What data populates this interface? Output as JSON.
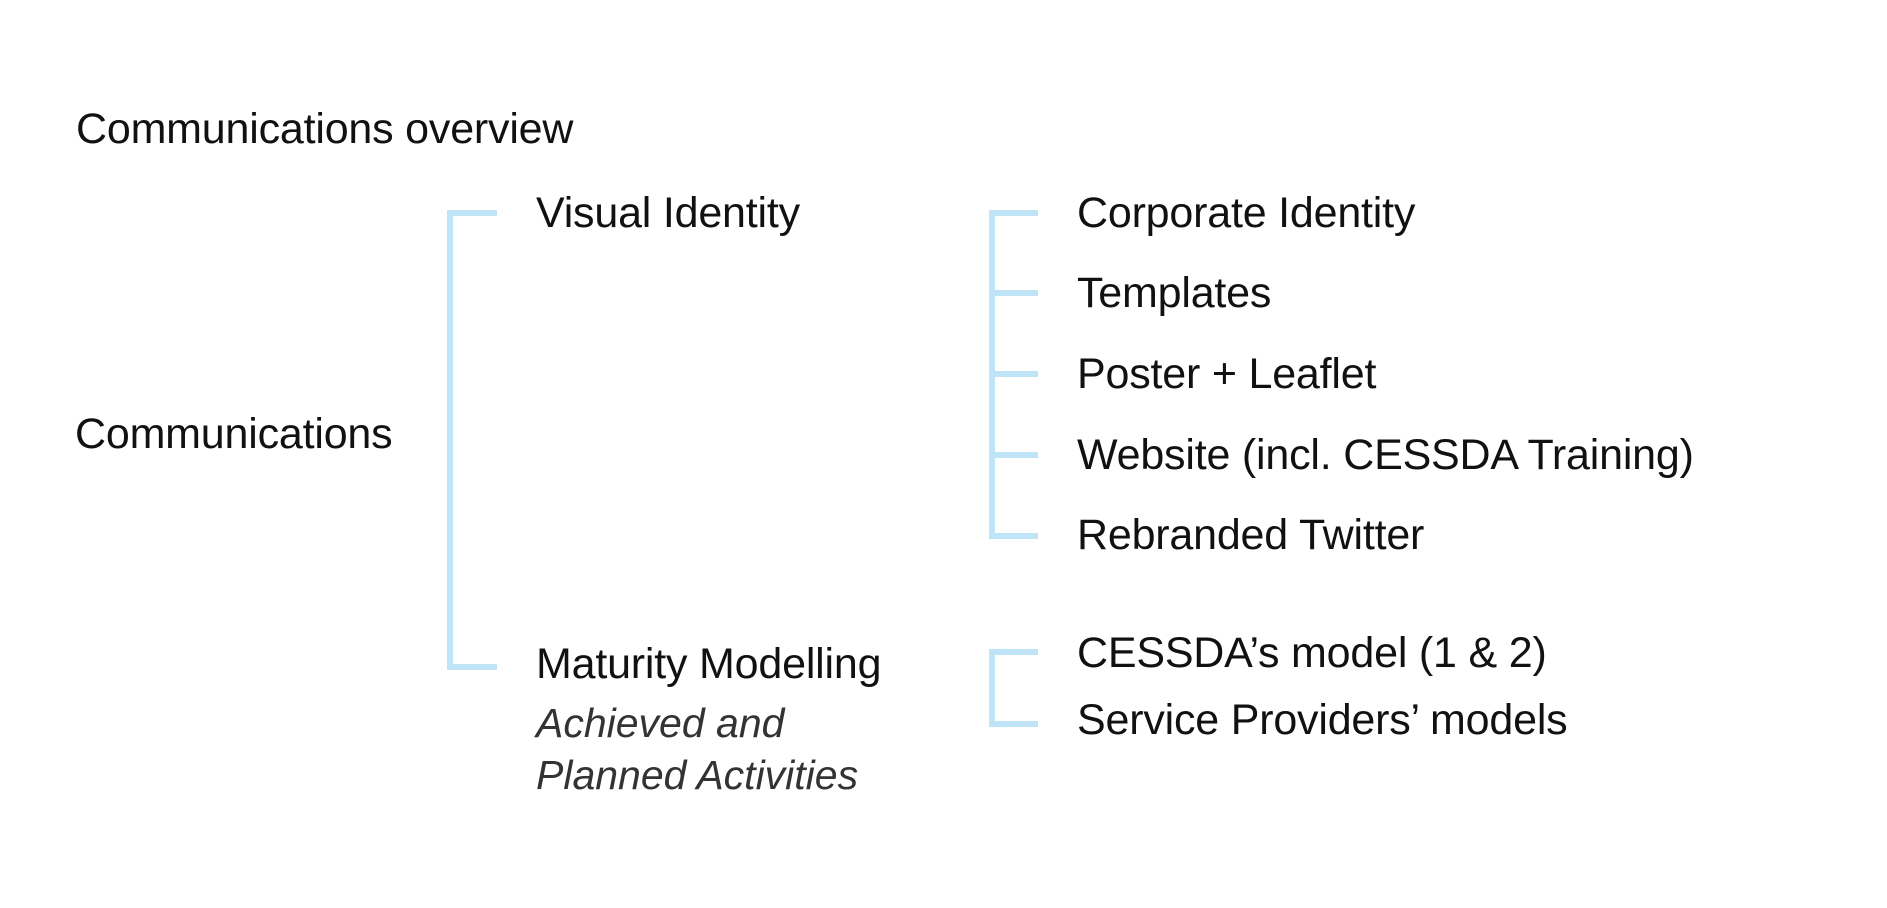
{
  "page": {
    "title": "Communications overview"
  },
  "diagram": {
    "root": "Communications",
    "bracket_color": "#bfe4f7",
    "branches": [
      {
        "label": "Visual Identity",
        "note_lines": [],
        "children": [
          "Corporate Identity",
          "Templates",
          "Poster + Leaflet",
          "Website (incl. CESSDA Training)",
          "Rebranded Twitter"
        ]
      },
      {
        "label": "Maturity Modelling",
        "note_lines": [
          "Achieved and",
          "Planned Activities"
        ],
        "children": [
          "CESSDA’s model (1 & 2)",
          "Service Providers’ models"
        ]
      }
    ]
  }
}
